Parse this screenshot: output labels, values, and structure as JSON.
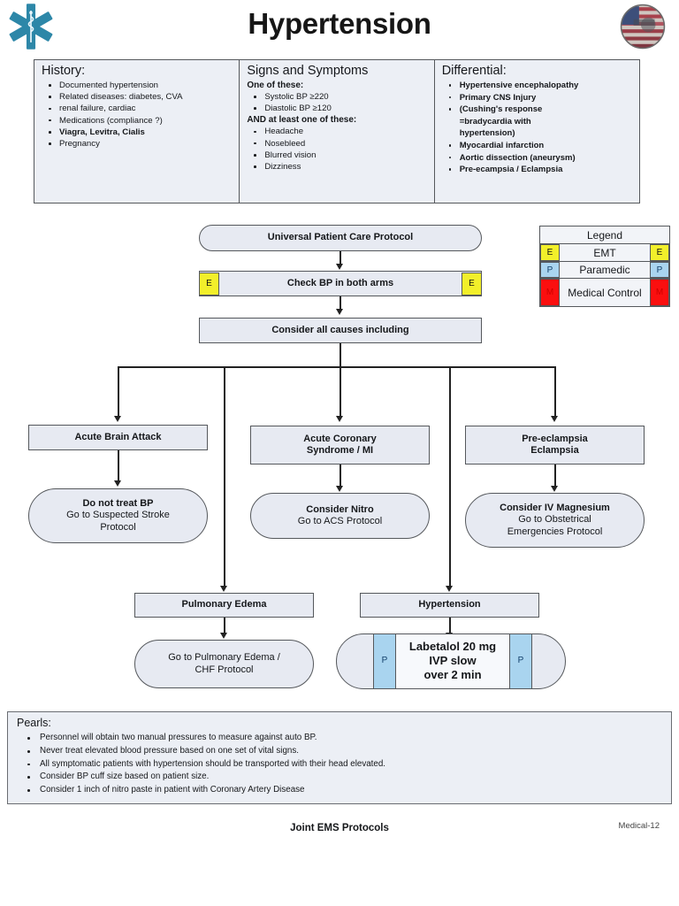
{
  "page": {
    "title": "Hypertension",
    "star_of_life_icon": "star-of-life-icon",
    "badge_icon": "ems-department-badge-icon"
  },
  "info_table": {
    "history": {
      "heading": "History:",
      "items": [
        {
          "text": "Documented hypertension",
          "bold": false
        },
        {
          "text": "Related diseases: diabetes, CVA",
          "bold": false
        },
        {
          "text": "renal failure, cardiac",
          "bold": false
        },
        {
          "text": "Medications (compliance ?)",
          "bold": false
        },
        {
          "text": "Viagra, Levitra, Cialis",
          "bold": true
        },
        {
          "text": "Pregnancy",
          "bold": false
        }
      ]
    },
    "signs_symptoms": {
      "heading": "Signs and Symptoms",
      "sub_head_1": "One of these:",
      "group_1": [
        {
          "text": "Systolic BP ≥220"
        },
        {
          "text": "Diastolic BP ≥120"
        }
      ],
      "sub_head_2": "AND at least one of these:",
      "group_2": [
        {
          "text": "Headache"
        },
        {
          "text": "Nosebleed"
        },
        {
          "text": "Blurred vision"
        },
        {
          "text": "Dizziness"
        }
      ]
    },
    "differential": {
      "heading": "Differential:",
      "items": [
        {
          "text": "Hypertensive encephalopathy",
          "bullet": true
        },
        {
          "text": "Primary CNS Injury",
          "bullet": true
        },
        {
          "text": "(Cushing's response",
          "bullet": true
        },
        {
          "text": "=bradycardia with",
          "bullet": false
        },
        {
          "text": "hypertension)",
          "bullet": false
        },
        {
          "text": "Myocardial infarction",
          "bullet": true
        },
        {
          "text": "Aortic dissection (aneurysm)",
          "bullet": true
        },
        {
          "text": "Pre-ecampsia / Eclampsia",
          "bullet": true
        }
      ]
    }
  },
  "legend": {
    "title": "Legend",
    "rows": [
      {
        "code": "E",
        "label": "EMT",
        "color": "#f2ef2a"
      },
      {
        "code": "P",
        "label": "Paramedic",
        "color": "#a9d4ef"
      },
      {
        "code": "M",
        "label": "Medical Control",
        "label_line1": "Medical",
        "label_line2": "Control",
        "color": "#fb0f0f"
      }
    ]
  },
  "flowchart": {
    "universal_protocol": "Universal Patient Care Protocol",
    "check_bp": "Check BP in both arms",
    "check_bp_marker_left": "E",
    "check_bp_marker_right": "E",
    "consider_causes": "Consider all causes including",
    "branch_brain": "Acute Brain Attack",
    "brain_action_line1": "Do not treat BP",
    "brain_action_line2": "Go to Suspected Stroke",
    "brain_action_line3": "Protocol",
    "branch_acs_line1": "Acute Coronary",
    "branch_acs_line2": "Syndrome / MI",
    "acs_action_line1": "Consider Nitro",
    "acs_action_line2": "Go to ACS Protocol",
    "branch_ecl_line1": "Pre-eclampsia",
    "branch_ecl_line2": "Eclampsia",
    "ecl_action_line1": "Consider IV Magnesium",
    "ecl_action_line2": "Go to Obstetrical",
    "ecl_action_line3": "Emergencies Protocol",
    "branch_pulm": "Pulmonary Edema",
    "pulm_action_line1": "Go to Pulmonary Edema /",
    "pulm_action_line2": "CHF Protocol",
    "branch_htn": "Hypertension",
    "htn_action_line1": "Labetalol 20 mg",
    "htn_action_line2": "IVP slow",
    "htn_action_line3": "over 2 min",
    "htn_marker_left": "P",
    "htn_marker_right": "P"
  },
  "pearls": {
    "heading": "Pearls:",
    "items": [
      "Personnel will obtain two manual pressures to measure against auto BP.",
      "Never treat elevated blood pressure based on one set of vital signs.",
      "All symptomatic patients with hypertension should be transported with their head elevated.",
      "Consider BP cuff size based on patient size.",
      "Consider 1 inch of nitro paste in patient with Coronary Artery Disease"
    ]
  },
  "footer": {
    "center": "Joint EMS Protocols",
    "right": "Medical-12"
  },
  "colors": {
    "node_fill": "#e7eaf2",
    "node_border": "#55585c",
    "emt_yellow": "#f2ef2a",
    "paramedic_blue": "#a9d4ef",
    "medical_red": "#fb0f0f",
    "panel_fill": "#eceff5"
  }
}
